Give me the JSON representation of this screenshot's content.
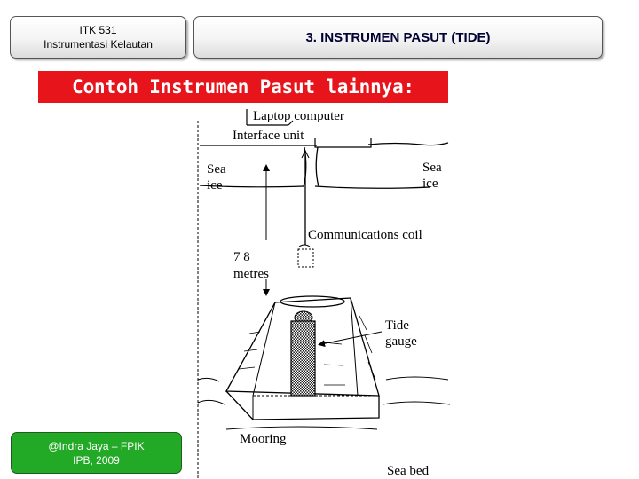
{
  "header": {
    "course_code": "ITK 531",
    "course_name": "Instrumentasi Kelautan",
    "slide_title": "3. INSTRUMEN  PASUT  (TIDE)"
  },
  "heading": "Contoh Instrumen Pasut lainnya:",
  "diagram": {
    "laptop": "Laptop computer",
    "interface": "Interface unit",
    "sea_ice_left_1": "Sea",
    "sea_ice_left_2": "ice",
    "sea_ice_right_1": "Sea",
    "sea_ice_right_2": "ice",
    "comm_coil": "Communications coil",
    "depth_1": "7   8",
    "depth_2": "metres",
    "tide_1": "Tide",
    "tide_2": "gauge",
    "mooring": "Mooring",
    "sea_bed": "Sea bed"
  },
  "footer": {
    "credit_line1": "@Indra Jaya – FPIK",
    "credit_line2": "IPB, 2009"
  }
}
